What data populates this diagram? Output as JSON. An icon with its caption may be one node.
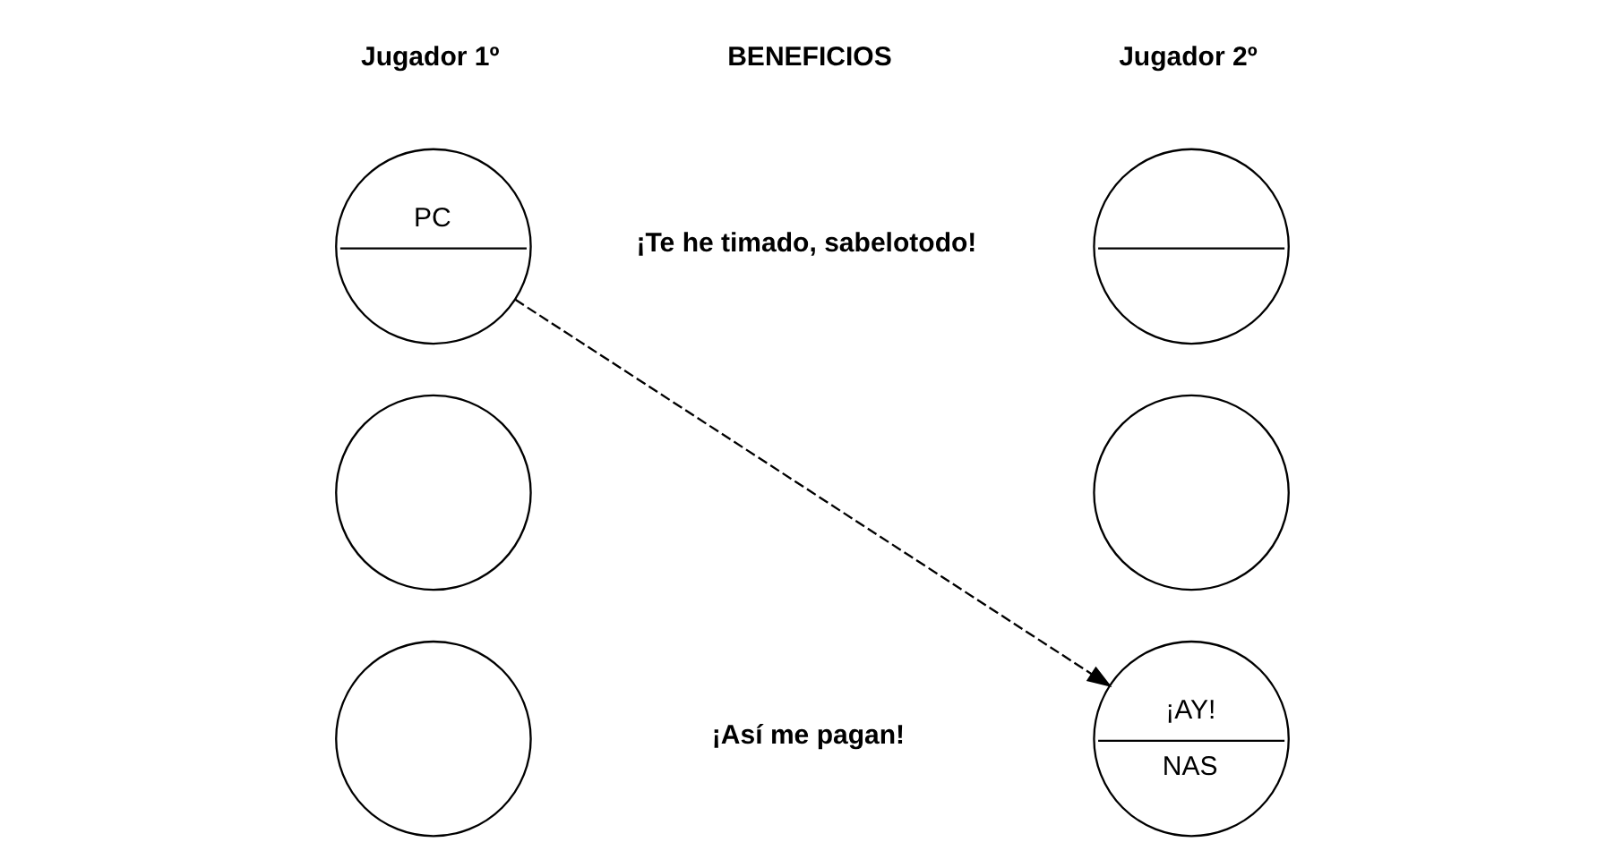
{
  "diagram": {
    "nodes": [
      {
        "text": [
          "PC"
        ]
      },
      {
        "text": [],
        "shape": "circle"
      },
      {
        "text": [],
        "shape": "circle"
      },
      {
        "text": [],
        "shape": "circle"
      },
      {
        "text": [],
        "shape": "circle"
      },
      {
        "text": [
          "¡AY!",
          "NAS"
        ]
      }
    ],
    "edges": [
      {
        "from": 0,
        "to": 5,
        "arrow": "to",
        "style": "dashed"
      }
    ],
    "labels": [
      "Jugador 1º",
      "BENEFICIOS",
      "Jugador 2º",
      "¡Te he timado, sabelotodo!",
      "¡Así me pagan!"
    ]
  }
}
